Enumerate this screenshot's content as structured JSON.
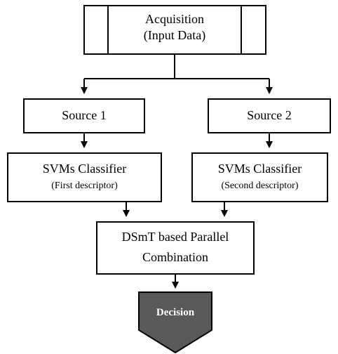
{
  "nodes": {
    "acquisition": {
      "line1": "Acquisition",
      "line2": "(Input Data)"
    },
    "source1": {
      "label": "Source 1"
    },
    "source2": {
      "label": "Source 2"
    },
    "svm1": {
      "line1": "SVMs Classifier",
      "line2": "(First descriptor)"
    },
    "svm2": {
      "line1": "SVMs Classifier",
      "line2": "(Second descriptor)"
    },
    "combination": {
      "line1": "DSmT based Parallel",
      "line2": "Combination"
    },
    "decision": {
      "label": "Decision"
    }
  },
  "colors": {
    "stroke": "#000000",
    "background": "#ffffff",
    "decision_fill": "#595959",
    "decision_text": "#ffffff"
  }
}
